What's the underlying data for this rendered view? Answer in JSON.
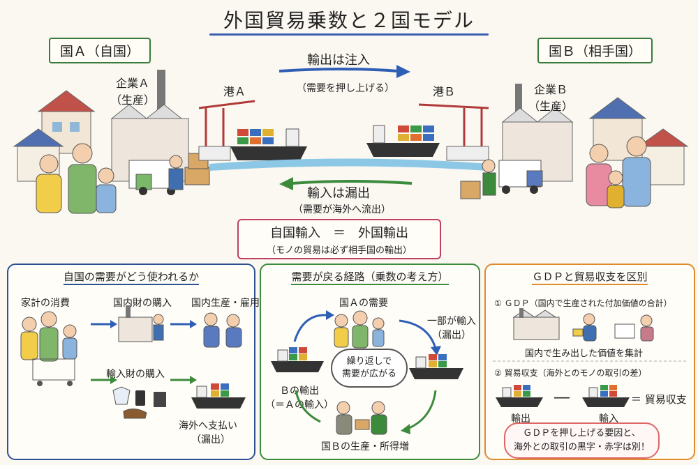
{
  "title": "外国貿易乗数と２国モデル",
  "country_a": "国Ａ（自国）",
  "country_b": "国Ｂ（相手国）",
  "firm_a": "企業Ａ",
  "firm_a_sub": "（生産）",
  "firm_b": "企業Ｂ",
  "firm_b_sub": "（生産）",
  "port_a": "港Ａ",
  "port_b": "港Ｂ",
  "export_label": "輸出は注入",
  "export_sub": "（需要を押し上げる）",
  "import_label": "輸入は漏出",
  "import_sub": "（需要が海外へ流出）",
  "identity": "自国輸入　＝　外国輸出",
  "identity_sub": "（モノの貿易は必ず相手国の輸出）",
  "panel1": {
    "title": "自国の需要がどう使われるか",
    "household": "家計の消費",
    "domestic_goods": "国内財の購入",
    "domestic_prod": "国内生産・雇用へ",
    "import_goods": "輸入財の購入",
    "overseas_pay": "海外へ支払い",
    "leak": "（漏出）"
  },
  "panel2": {
    "title": "需要が戻る経路（乗数の考え方）",
    "demand_a": "国Ａの需要",
    "part_import": "一部が輸入",
    "leak": "（漏出）",
    "cloud_1": "繰り返しで",
    "cloud_2": "需要が広がる",
    "b_export": "Ｂの輸出",
    "b_export_sub": "（＝Ａの輸入）",
    "b_income": "国Ｂの生産・所得増"
  },
  "panel3": {
    "title": "ＧＤＰと貿易収支を区別",
    "gdp_head": "① ＧＤＰ（国内で生産された付加価値の合計）",
    "gdp_caption": "国内で生み出した価値を集計",
    "tb_head": "② 貿易収支（海外とのモノの取引の差）",
    "minus": "―",
    "eq": "＝ 貿易収支",
    "export": "輸出",
    "import": "輸入",
    "note_1": "ＧＤＰを押し上げる要因と、",
    "note_2": "海外との取引の黒字・赤字は別！"
  },
  "colors": {
    "blue_arrow": "#2f5fb5",
    "green_arrow": "#3c8a3c",
    "panel1": "#2d4f94",
    "panel2": "#3c8a3c",
    "panel3": "#e08a2a"
  }
}
